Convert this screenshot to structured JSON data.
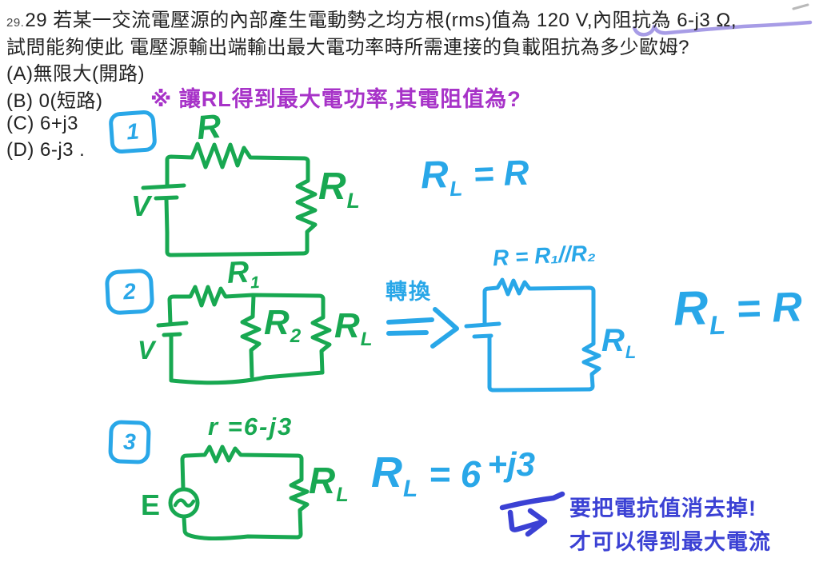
{
  "colors": {
    "text_ink": "#222222",
    "marker_green": "#18a851",
    "marker_cyan": "#29a7e8",
    "marker_purple": "#a733c8",
    "marker_indigo": "#3b41d4",
    "underline_lavender": "#a79ce6"
  },
  "question": {
    "number_small": "29.",
    "line1": "29 若某一交流電壓源的內部產生電動勢之均方根(rms)值為 120 V,內阻抗為 6-j3 Ω,",
    "line2": "試問能夠使此 電壓源輸出端輸出最大電功率時所需連接的負載阻抗為多少歐姆?",
    "options": [
      "(A)無限大(開路)",
      "(B) 0(短路)",
      "(C) 6+j3",
      "(D) 6-j3 ."
    ]
  },
  "note": "※ 讓RL得到最大電功率,其電阻值為?",
  "badges": {
    "b1": "1",
    "b2": "2",
    "b3": "3"
  },
  "labels": {
    "r": "R",
    "l": "L",
    "one": "1",
    "two": "2",
    "v": "V",
    "e": "E",
    "source_impedance": "r =6-j3",
    "transform": "轉換",
    "combined_r": "R = R₁//R₂"
  },
  "equations": {
    "rl_equals_r": "= R",
    "rl_equals_6": "= 6",
    "reactance": "+j3"
  },
  "footnote": {
    "line1": "要把電抗值消去掉!",
    "line2": "才可以得到最大電流"
  }
}
